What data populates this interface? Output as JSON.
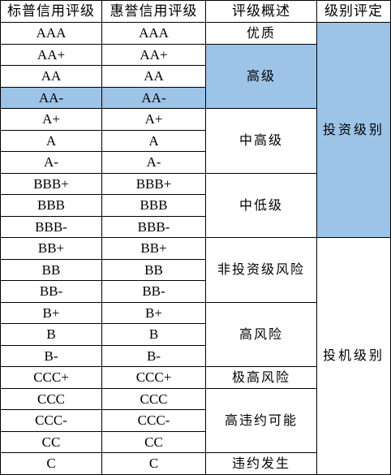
{
  "headers": {
    "sp": "标普信用评级",
    "hy": "惠誉信用评级",
    "overview": "评级概述",
    "category": "级别评定"
  },
  "ratings": [
    {
      "sp": "AAA",
      "hy": "AAA"
    },
    {
      "sp": "AA+",
      "hy": "AA+"
    },
    {
      "sp": "AA",
      "hy": "AA"
    },
    {
      "sp": "AA-",
      "hy": "AA-"
    },
    {
      "sp": "A+",
      "hy": "A+"
    },
    {
      "sp": "A",
      "hy": "A"
    },
    {
      "sp": "A-",
      "hy": "A-"
    },
    {
      "sp": "BBB+",
      "hy": "BBB+"
    },
    {
      "sp": "BBB",
      "hy": "BBB"
    },
    {
      "sp": "BBB-",
      "hy": "BBB-"
    },
    {
      "sp": "BB+",
      "hy": "BB+"
    },
    {
      "sp": "BB",
      "hy": "BB"
    },
    {
      "sp": "BB-",
      "hy": "BB-"
    },
    {
      "sp": "B+",
      "hy": "B+"
    },
    {
      "sp": "B",
      "hy": "B"
    },
    {
      "sp": "B-",
      "hy": "B-"
    },
    {
      "sp": "CCC+",
      "hy": "CCC+"
    },
    {
      "sp": "CCC",
      "hy": "CCC"
    },
    {
      "sp": "CCC-",
      "hy": "CCC-"
    },
    {
      "sp": "CC",
      "hy": "CC"
    },
    {
      "sp": "C",
      "hy": "C"
    }
  ],
  "overview": [
    "优质",
    "高级",
    "中高级",
    "中低级",
    "非投资级风险",
    "高风险",
    "极高风险",
    "高违约可能",
    "违约发生"
  ],
  "categories": [
    "投资级别",
    "投机级别"
  ],
  "colors": {
    "highlight": "#9dc3e6",
    "border": "#000000"
  }
}
